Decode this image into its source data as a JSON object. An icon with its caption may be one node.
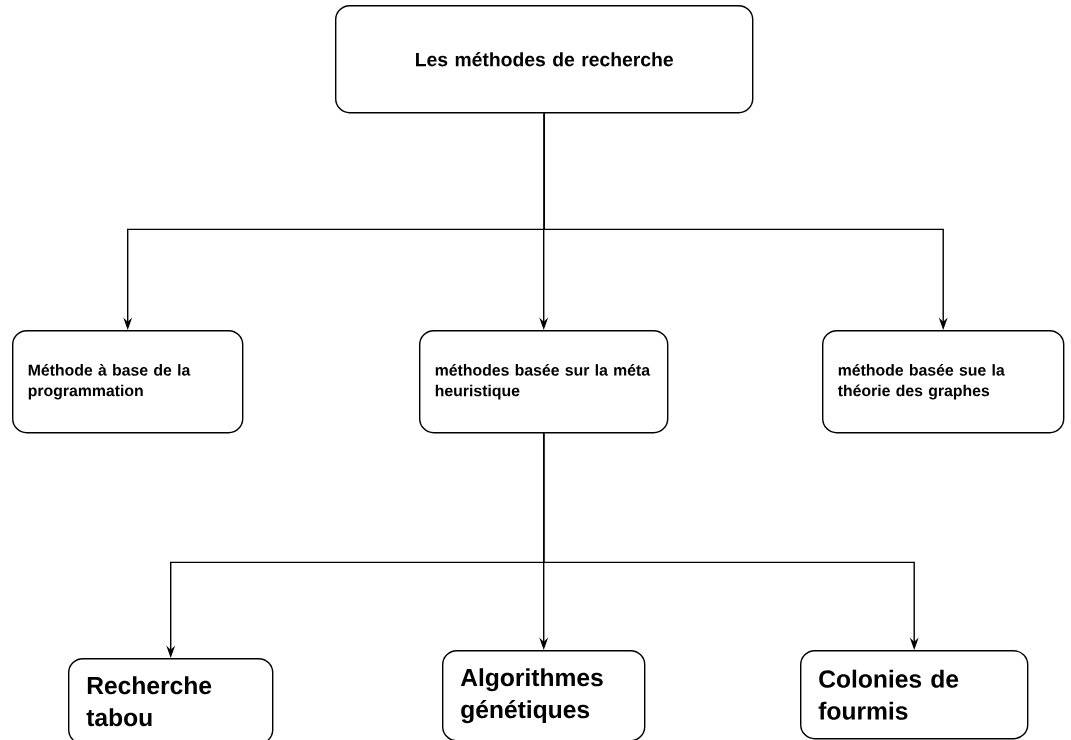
{
  "diagram": {
    "nodes": [
      {
        "text": [
          "Les méthodes de recherche"
        ]
      },
      {
        "text": [
          "Méthode à base de la programmation"
        ]
      },
      {
        "text": [
          "méthodes basée sur la méta heuristique"
        ]
      },
      {
        "text": [
          "méthode basée sue la théorie des graphes"
        ]
      },
      {
        "text": [
          "Recherche tabou"
        ]
      },
      {
        "text": [
          "Algorithmes génétiques"
        ]
      },
      {
        "text": [
          "Colonies de fourmis"
        ]
      }
    ],
    "edges": [
      {
        "from": 0,
        "to": 1,
        "arrow": "to"
      },
      {
        "from": 0,
        "to": 2,
        "arrow": "to"
      },
      {
        "from": 0,
        "to": 3,
        "arrow": "to"
      },
      {
        "from": 2,
        "to": 4,
        "arrow": "to"
      },
      {
        "from": 2,
        "to": 5,
        "arrow": "to"
      },
      {
        "from": 2,
        "to": 6,
        "arrow": "to"
      }
    ]
  }
}
